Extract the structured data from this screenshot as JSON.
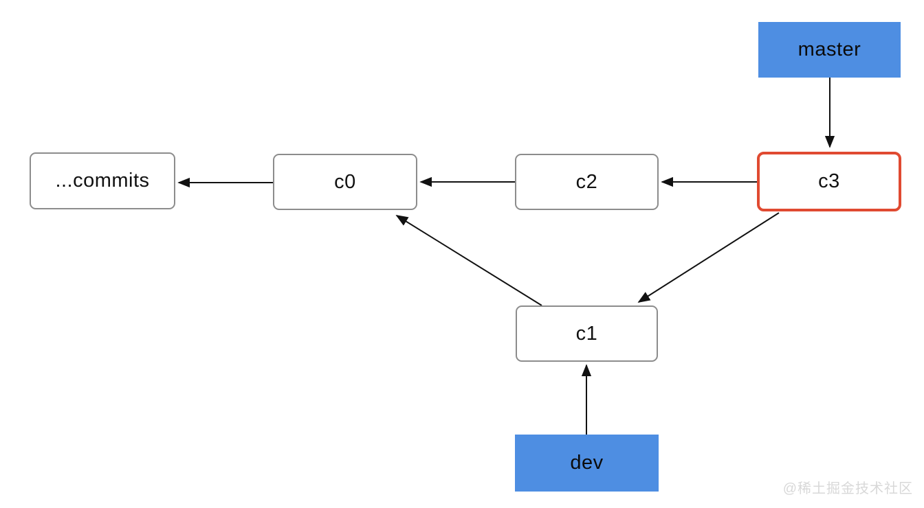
{
  "diagram": {
    "kind": "git-branch-commit-graph",
    "nodes": {
      "commits": {
        "label": "...commits",
        "type": "commit",
        "highlighted": false
      },
      "c0": {
        "label": "c0",
        "type": "commit",
        "highlighted": false
      },
      "c2": {
        "label": "c2",
        "type": "commit",
        "highlighted": false
      },
      "c3": {
        "label": "c3",
        "type": "commit",
        "highlighted": true
      },
      "c1": {
        "label": "c1",
        "type": "commit",
        "highlighted": false
      },
      "master": {
        "label": "master",
        "type": "branch-pointer"
      },
      "dev": {
        "label": "dev",
        "type": "branch-pointer"
      }
    },
    "edges": [
      {
        "from": "master",
        "to": "c3"
      },
      {
        "from": "c3",
        "to": "c2"
      },
      {
        "from": "c2",
        "to": "c0"
      },
      {
        "from": "c0",
        "to": "commits"
      },
      {
        "from": "c3",
        "to": "c1"
      },
      {
        "from": "c1",
        "to": "c0"
      },
      {
        "from": "dev",
        "to": "c1"
      }
    ],
    "colors": {
      "branch_fill": "#4e8ee2",
      "highlight_border": "#e04a31",
      "commit_border": "#8c8c8c",
      "arrow": "#111111",
      "text": "#111111",
      "watermark_text": "#d8d8d8"
    },
    "watermark": "@稀土掘金技术社区"
  }
}
